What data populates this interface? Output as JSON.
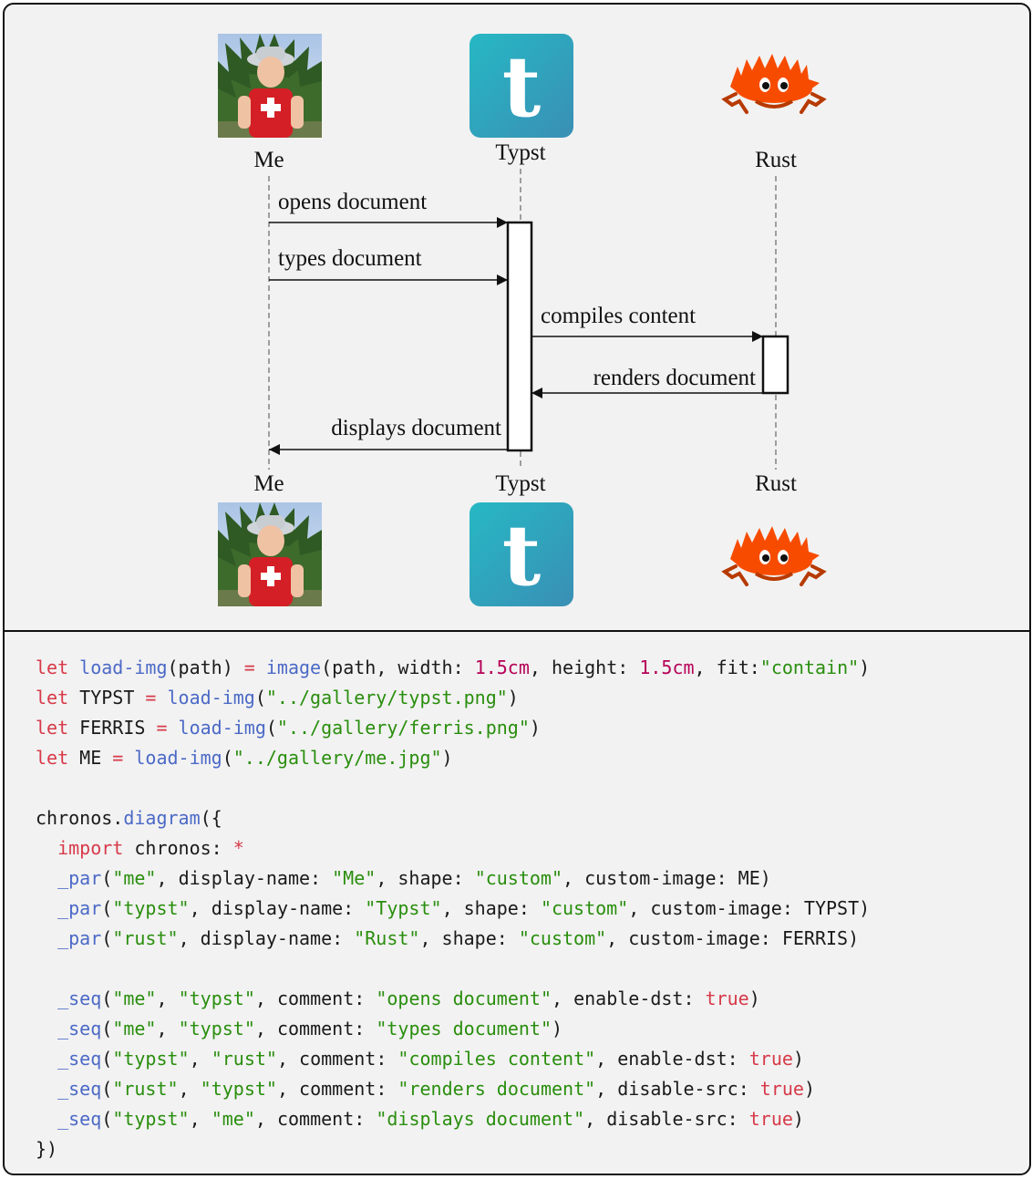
{
  "participants": [
    {
      "id": "me",
      "label": "Me",
      "image": "photo-of-child"
    },
    {
      "id": "typst",
      "label": "Typst",
      "image": "typst-logo",
      "logo_letter": "t"
    },
    {
      "id": "rust",
      "label": "Rust",
      "image": "ferris-crab"
    }
  ],
  "messages": [
    {
      "from": "me",
      "to": "typst",
      "label": "opens document"
    },
    {
      "from": "me",
      "to": "typst",
      "label": "types document"
    },
    {
      "from": "typst",
      "to": "rust",
      "label": "compiles content"
    },
    {
      "from": "rust",
      "to": "typst",
      "label": "renders document"
    },
    {
      "from": "typst",
      "to": "me",
      "label": "displays document"
    }
  ],
  "colors": {
    "background": "#f2f2f2",
    "keyword": "#d73a49",
    "function": "#4b69c6",
    "string": "#298e0d",
    "number": "#b60157",
    "typst_logo": "#239dad",
    "ferris": "#f74c00"
  },
  "code": {
    "lines": [
      [
        {
          "t": "let",
          "c": "kw"
        },
        {
          "t": " "
        },
        {
          "t": "load-img",
          "c": "fn"
        },
        {
          "t": "(path) "
        },
        {
          "t": "=",
          "c": "kw"
        },
        {
          "t": " "
        },
        {
          "t": "image",
          "c": "fn"
        },
        {
          "t": "(path, width: "
        },
        {
          "t": "1.5cm",
          "c": "num"
        },
        {
          "t": ", height: "
        },
        {
          "t": "1.5cm",
          "c": "num"
        },
        {
          "t": ", fit:"
        },
        {
          "t": "\"contain\"",
          "c": "str"
        },
        {
          "t": ")"
        }
      ],
      [
        {
          "t": "let",
          "c": "kw"
        },
        {
          "t": " TYPST "
        },
        {
          "t": "=",
          "c": "kw"
        },
        {
          "t": " "
        },
        {
          "t": "load-img",
          "c": "fn"
        },
        {
          "t": "("
        },
        {
          "t": "\"../gallery/typst.png\"",
          "c": "str"
        },
        {
          "t": ")"
        }
      ],
      [
        {
          "t": "let",
          "c": "kw"
        },
        {
          "t": " FERRIS "
        },
        {
          "t": "=",
          "c": "kw"
        },
        {
          "t": " "
        },
        {
          "t": "load-img",
          "c": "fn"
        },
        {
          "t": "("
        },
        {
          "t": "\"../gallery/ferris.png\"",
          "c": "str"
        },
        {
          "t": ")"
        }
      ],
      [
        {
          "t": "let",
          "c": "kw"
        },
        {
          "t": " ME "
        },
        {
          "t": "=",
          "c": "kw"
        },
        {
          "t": " "
        },
        {
          "t": "load-img",
          "c": "fn"
        },
        {
          "t": "("
        },
        {
          "t": "\"../gallery/me.jpg\"",
          "c": "str"
        },
        {
          "t": ")"
        }
      ],
      [],
      [
        {
          "t": "chronos."
        },
        {
          "t": "diagram",
          "c": "fn"
        },
        {
          "t": "({"
        }
      ],
      [
        {
          "t": "  "
        },
        {
          "t": "import",
          "c": "kw"
        },
        {
          "t": " chronos: "
        },
        {
          "t": "*",
          "c": "kw"
        }
      ],
      [
        {
          "t": "  "
        },
        {
          "t": "_par",
          "c": "fn"
        },
        {
          "t": "("
        },
        {
          "t": "\"me\"",
          "c": "str"
        },
        {
          "t": ", display-name: "
        },
        {
          "t": "\"Me\"",
          "c": "str"
        },
        {
          "t": ", shape: "
        },
        {
          "t": "\"custom\"",
          "c": "str"
        },
        {
          "t": ", custom-image: ME)"
        }
      ],
      [
        {
          "t": "  "
        },
        {
          "t": "_par",
          "c": "fn"
        },
        {
          "t": "("
        },
        {
          "t": "\"typst\"",
          "c": "str"
        },
        {
          "t": ", display-name: "
        },
        {
          "t": "\"Typst\"",
          "c": "str"
        },
        {
          "t": ", shape: "
        },
        {
          "t": "\"custom\"",
          "c": "str"
        },
        {
          "t": ", custom-image: TYPST)"
        }
      ],
      [
        {
          "t": "  "
        },
        {
          "t": "_par",
          "c": "fn"
        },
        {
          "t": "("
        },
        {
          "t": "\"rust\"",
          "c": "str"
        },
        {
          "t": ", display-name: "
        },
        {
          "t": "\"Rust\"",
          "c": "str"
        },
        {
          "t": ", shape: "
        },
        {
          "t": "\"custom\"",
          "c": "str"
        },
        {
          "t": ", custom-image: FERRIS)"
        }
      ],
      [],
      [
        {
          "t": "  "
        },
        {
          "t": "_seq",
          "c": "fn"
        },
        {
          "t": "("
        },
        {
          "t": "\"me\"",
          "c": "str"
        },
        {
          "t": ", "
        },
        {
          "t": "\"typst\"",
          "c": "str"
        },
        {
          "t": ", comment: "
        },
        {
          "t": "\"opens document\"",
          "c": "str"
        },
        {
          "t": ", enable-dst: "
        },
        {
          "t": "true",
          "c": "kw"
        },
        {
          "t": ")"
        }
      ],
      [
        {
          "t": "  "
        },
        {
          "t": "_seq",
          "c": "fn"
        },
        {
          "t": "("
        },
        {
          "t": "\"me\"",
          "c": "str"
        },
        {
          "t": ", "
        },
        {
          "t": "\"typst\"",
          "c": "str"
        },
        {
          "t": ", comment: "
        },
        {
          "t": "\"types document\"",
          "c": "str"
        },
        {
          "t": ")"
        }
      ],
      [
        {
          "t": "  "
        },
        {
          "t": "_seq",
          "c": "fn"
        },
        {
          "t": "("
        },
        {
          "t": "\"typst\"",
          "c": "str"
        },
        {
          "t": ", "
        },
        {
          "t": "\"rust\"",
          "c": "str"
        },
        {
          "t": ", comment: "
        },
        {
          "t": "\"compiles content\"",
          "c": "str"
        },
        {
          "t": ", enable-dst: "
        },
        {
          "t": "true",
          "c": "kw"
        },
        {
          "t": ")"
        }
      ],
      [
        {
          "t": "  "
        },
        {
          "t": "_seq",
          "c": "fn"
        },
        {
          "t": "("
        },
        {
          "t": "\"rust\"",
          "c": "str"
        },
        {
          "t": ", "
        },
        {
          "t": "\"typst\"",
          "c": "str"
        },
        {
          "t": ", comment: "
        },
        {
          "t": "\"renders document\"",
          "c": "str"
        },
        {
          "t": ", disable-src: "
        },
        {
          "t": "true",
          "c": "kw"
        },
        {
          "t": ")"
        }
      ],
      [
        {
          "t": "  "
        },
        {
          "t": "_seq",
          "c": "fn"
        },
        {
          "t": "("
        },
        {
          "t": "\"typst\"",
          "c": "str"
        },
        {
          "t": ", "
        },
        {
          "t": "\"me\"",
          "c": "str"
        },
        {
          "t": ", comment: "
        },
        {
          "t": "\"displays document\"",
          "c": "str"
        },
        {
          "t": ", disable-src: "
        },
        {
          "t": "true",
          "c": "kw"
        },
        {
          "t": ")"
        }
      ],
      [
        {
          "t": "})"
        }
      ]
    ]
  }
}
